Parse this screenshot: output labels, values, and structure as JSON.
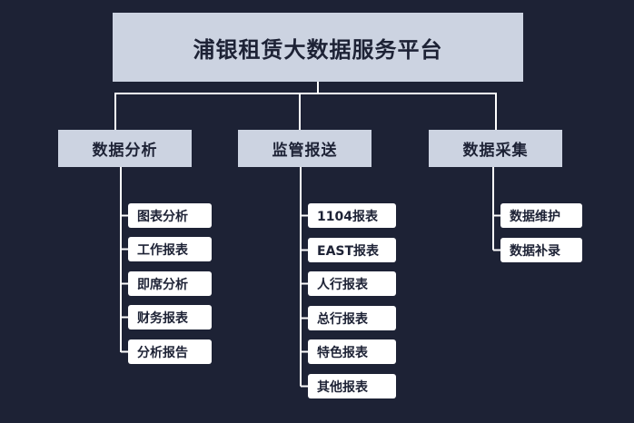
{
  "title": "浦银租赁大数据服务平台",
  "colors": {
    "background": "#1d2235",
    "node_fill": "#ccd3e1",
    "leaf_fill": "#ffffff",
    "text_dark": "#1d2235",
    "line": "#ffffff"
  },
  "branches": [
    {
      "label": "数据分析",
      "items": [
        "图表分析",
        "工作报表",
        "即席分析",
        "财务报表",
        "分析报告"
      ]
    },
    {
      "label": "监管报送",
      "items": [
        "1104报表",
        "EAST报表",
        "人行报表",
        "总行报表",
        "特色报表",
        "其他报表"
      ]
    },
    {
      "label": "数据采集",
      "items": [
        "数据维护",
        "数据补录"
      ]
    }
  ]
}
